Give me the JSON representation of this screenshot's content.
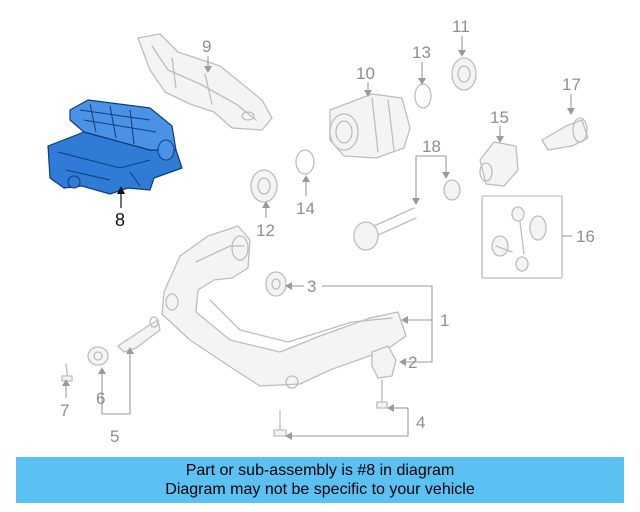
{
  "banner": {
    "line1": "Part or sub-assembly is #8 in diagram",
    "line2": "Diagram may not be specific to your vehicle"
  },
  "highlight_color": "#2f7bd6",
  "banner_color": "#5bc0f2",
  "callouts": {
    "c1": "1",
    "c2": "2",
    "c3": "3",
    "c4": "4",
    "c5": "5",
    "c6": "6",
    "c7": "7",
    "c8": "8",
    "c9": "9",
    "c10": "10",
    "c11": "11",
    "c12": "12",
    "c13": "13",
    "c14": "14",
    "c15": "15",
    "c16": "16",
    "c17": "17",
    "c18": "18"
  }
}
